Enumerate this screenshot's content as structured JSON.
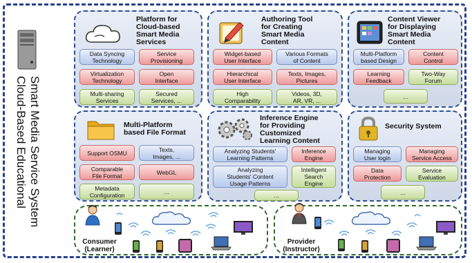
{
  "vertical_title": {
    "line1": "Smart Media Service System",
    "line2": "Cloud-Based Educational"
  },
  "panels": [
    {
      "id": "platform",
      "title_lines": [
        "Platform for",
        "Cloud-based",
        "Smart Media",
        "Services"
      ],
      "boxes": [
        {
          "lines": [
            "Data Syncing",
            "Technology"
          ],
          "color": "blue"
        },
        {
          "lines": [
            "Service",
            "Provisioning"
          ],
          "color": "red"
        },
        {
          "lines": [
            "Virtualization",
            "Technology"
          ],
          "color": "red"
        },
        {
          "lines": [
            "Open",
            "Interface"
          ],
          "color": "red"
        },
        {
          "lines": [
            "Multi-sharing",
            "Services"
          ],
          "color": "green"
        },
        {
          "lines": [
            "Secured",
            "Services, ..."
          ],
          "color": "green"
        }
      ]
    },
    {
      "id": "authoring",
      "title_lines": [
        "Authoring Tool",
        "for Creating",
        "Smart Media",
        "Content"
      ],
      "boxes": [
        {
          "lines": [
            "Widget-based",
            "User Interface"
          ],
          "color": "red"
        },
        {
          "lines": [
            "Various Formats",
            "of Content"
          ],
          "color": "blue"
        },
        {
          "lines": [
            "Hierarchical",
            "User Interface"
          ],
          "color": "red"
        },
        {
          "lines": [
            "Texts, Images,",
            "Pictures"
          ],
          "color": "red"
        },
        {
          "lines": [
            "High",
            "Comparability"
          ],
          "color": "green"
        },
        {
          "lines": [
            "Videos, 3D,",
            "AR, VR, ..."
          ],
          "color": "green"
        }
      ]
    },
    {
      "id": "viewer",
      "title_lines": [
        "Content Viewer",
        "for Displaying",
        "Smart Media",
        "Content"
      ],
      "boxes": [
        {
          "lines": [
            "Multi-Platform",
            "based Design"
          ],
          "color": "blue"
        },
        {
          "lines": [
            "Content",
            "Control"
          ],
          "color": "red"
        },
        {
          "lines": [
            "Learning",
            "Feedback"
          ],
          "color": "red"
        },
        {
          "lines": [
            "Two-Way",
            "Forum"
          ],
          "color": "green"
        },
        {
          "lines": [
            "..."
          ],
          "color": "green"
        }
      ]
    },
    {
      "id": "fileformat",
      "title_lines": [
        "Multi-Platform",
        "based File Format"
      ],
      "boxes": [
        {
          "lines": [
            "Support OSMU"
          ],
          "color": "red"
        },
        {
          "lines": [
            "Texts,",
            "Images, ..."
          ],
          "color": "blue"
        },
        {
          "lines": [
            "Comparable",
            "File Format"
          ],
          "color": "red"
        },
        {
          "lines": [
            "WebGL"
          ],
          "color": "red"
        },
        {
          "lines": [
            "Metadata",
            "Configuration"
          ],
          "color": "green"
        },
        {
          "lines": [
            "..."
          ],
          "color": "green"
        }
      ]
    },
    {
      "id": "inference",
      "title_lines": [
        "Inference Engine",
        "for Providing",
        "Customized",
        "Learning Content"
      ],
      "boxes": [
        {
          "lines": [
            "Analyzing Students'",
            "Learning Patterns"
          ],
          "color": "blue"
        },
        {
          "lines": [
            "Inference",
            "Engine"
          ],
          "color": "red"
        },
        {
          "lines": [
            "Analyzing",
            "Students' Content",
            "Usage Patterns"
          ],
          "color": "blue"
        },
        {
          "lines": [
            "Intelligent",
            "Search",
            "Engine"
          ],
          "color": "green"
        },
        {
          "lines": [
            "..."
          ],
          "color": "green"
        }
      ]
    },
    {
      "id": "security",
      "title_lines": [
        "Security System"
      ],
      "boxes": [
        {
          "lines": [
            "Managing",
            "User login"
          ],
          "color": "blue"
        },
        {
          "lines": [
            "Managing",
            "Service Access"
          ],
          "color": "red"
        },
        {
          "lines": [
            "Data",
            "Protection"
          ],
          "color": "red"
        },
        {
          "lines": [
            "Service",
            "Evaluation"
          ],
          "color": "green"
        },
        {
          "lines": [
            "..."
          ],
          "color": "green"
        }
      ]
    }
  ],
  "users": [
    {
      "lines": [
        "Consumer",
        "(Learner)"
      ]
    },
    {
      "lines": [
        "Provider",
        "(Instructor)"
      ]
    }
  ],
  "colors": {
    "blue_box": "#b7c9ec",
    "red_box": "#ee9a9a",
    "green_box": "#c6dd9e",
    "panel_border": "#2f4f8f",
    "zone_border": "#2e6b2e"
  }
}
